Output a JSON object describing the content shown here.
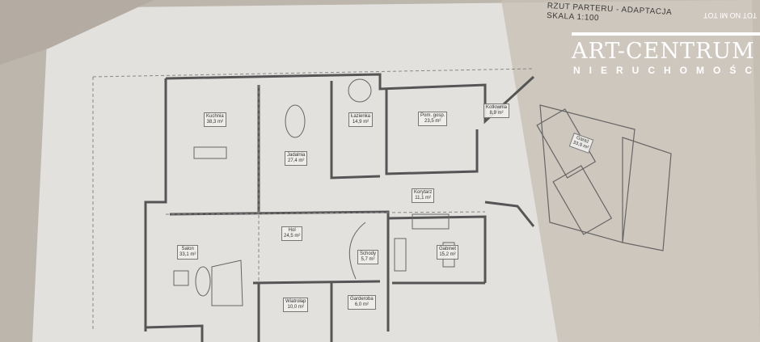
{
  "plan": {
    "title": "RZUT PARTERU - ADAPTACJA",
    "scale": "SKALA 1:100",
    "rooms": [
      {
        "name": "Kuchnia",
        "area": "38,3 m²"
      },
      {
        "name": "Jadalnia",
        "area": "27,4 m²"
      },
      {
        "name": "Łazienka",
        "area": "14,9 m²"
      },
      {
        "name": "Pom. gosp.",
        "area": "23,5 m²"
      },
      {
        "name": "Kotłownia",
        "area": "8,9 m²"
      },
      {
        "name": "Garaż",
        "area": "33,9 m²"
      },
      {
        "name": "Korytarz",
        "area": "11,1 m²"
      },
      {
        "name": "Hol",
        "area": "24,5 m²"
      },
      {
        "name": "Salon",
        "area": "33,1 m²"
      },
      {
        "name": "Schody",
        "area": "5,7 m²"
      },
      {
        "name": "Gabinet",
        "area": "15,2 m²"
      },
      {
        "name": "Garderoba",
        "area": "6,0 m²"
      },
      {
        "name": "Wiatrołap",
        "area": "10,0 m²"
      }
    ]
  },
  "watermark": {
    "brand": "ART-CENTRUM",
    "subtitle": "NIERUCHOMOŚCI",
    "tag": "TOT NO MI TOT"
  }
}
